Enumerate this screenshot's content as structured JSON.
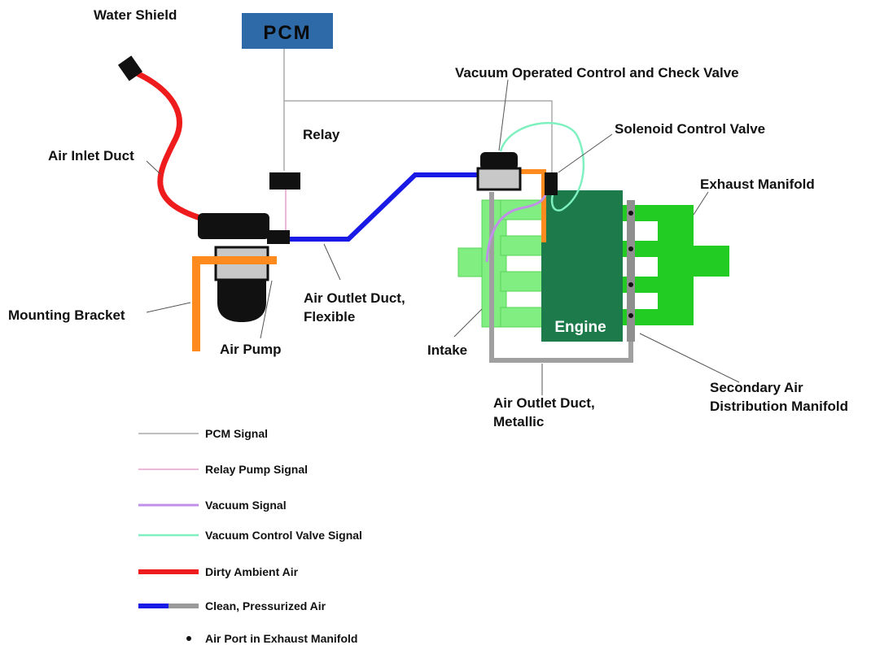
{
  "labels": {
    "water_shield": "Water Shield",
    "pcm": "PCM",
    "vacuum_check_valve": "Vacuum Operated Control and Check Valve",
    "relay": "Relay",
    "solenoid_valve": "Solenoid Control Valve",
    "air_inlet_duct": "Air Inlet Duct",
    "exhaust_manifold": "Exhaust Manifold",
    "mounting_bracket": "Mounting Bracket",
    "air_outlet_flexible_1": "Air Outlet Duct,",
    "air_outlet_flexible_2": "Flexible",
    "air_pump": "Air Pump",
    "intake": "Intake",
    "engine": "Engine",
    "secondary_air_1": "Secondary Air",
    "secondary_air_2": "Distribution Manifold",
    "air_outlet_metallic_1": "Air Outlet Duct,",
    "air_outlet_metallic_2": "Metallic"
  },
  "legend": [
    {
      "id": "pcm-signal",
      "label": "PCM Signal",
      "color": "#aaaaaa"
    },
    {
      "id": "relay-pump-signal",
      "label": "Relay Pump Signal",
      "color": "#e8a0cc"
    },
    {
      "id": "vacuum-signal",
      "label": "Vacuum Signal",
      "color": "#c090e8"
    },
    {
      "id": "vacuum-control-valve-signal",
      "label": "Vacuum Control Valve Signal",
      "color": "#7ff0c0"
    },
    {
      "id": "dirty-ambient-air",
      "label": "Dirty Ambient Air",
      "color": "#ee1c1c"
    },
    {
      "id": "clean-pressurized-air",
      "label": "Clean, Pressurized Air",
      "color": "#1a1ae6",
      "color2": "#9a9a9a"
    },
    {
      "id": "air-port",
      "label": "Air Port in Exhaust Manifold",
      "color": "#111111"
    }
  ],
  "colors": {
    "pcm_box": "#2e6aa8",
    "engine": "#1d7a4a",
    "intake": "#80ee80",
    "exhaust": "#22cc22",
    "bracket": "#ff8a1e",
    "duct_metal": "#a0a0a0"
  }
}
